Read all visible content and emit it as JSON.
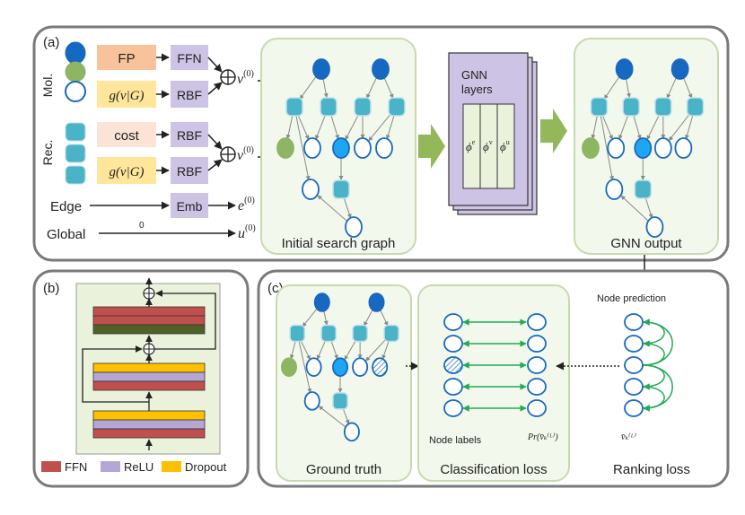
{
  "panel_a": {
    "label": "(a)",
    "mol_label": "Mol.",
    "rec_label": "Rec.",
    "fp": "FP",
    "ffn": "FFN",
    "g_func": "g(v|G)",
    "rbf": "RBF",
    "cost": "cost",
    "emb": "Emb",
    "edge": "Edge",
    "global": "Global",
    "global_zero": "0",
    "out_v": "v",
    "out_e": "e",
    "out_u": "u",
    "sup": "(0)",
    "initial_graph": "Initial search graph",
    "gnn_layers_line1": "GNN",
    "gnn_layers_line2": "layers",
    "phi_e": "ϕ",
    "phi_e_sup": "e",
    "phi_v": "ϕ",
    "phi_v_sup": "v",
    "phi_u": "ϕ",
    "phi_u_sup": "u",
    "gnn_output": "GNN output"
  },
  "panel_b": {
    "label": "(b)",
    "legend": [
      "FFN",
      "ReLU",
      "Dropout"
    ]
  },
  "panel_c": {
    "label": "(c)",
    "ground_truth": "Ground truth",
    "classification_loss": "Classification loss",
    "ranking_loss": "Ranking loss",
    "node_prediction": "Node prediction",
    "node_labels": "Node labels",
    "pr_label": "Pr(v̄ₖ⁽ᴸ⁾)",
    "vk_label": "v̄ₖ⁽ᴸ⁾"
  },
  "colors": {
    "mol_dark": "#1768C0",
    "mol_green": "#8DB562",
    "rec_teal": "#4BB3C8",
    "rec_highlight": "#1EA7F0",
    "fp_orange": "#F8C39A",
    "g_yellow": "#FFE69A",
    "cost_pink": "#FBE3D6",
    "purple": "#CDC3E4",
    "panel_bg": "#F3F8EC",
    "green_arrow": "#92B85A",
    "ffn_red": "#C0504D",
    "relu_purple": "#B4A7D6",
    "dropout_yellow": "#FFC000",
    "dark_green": "#4F6228",
    "loss_green": "#22AA55"
  }
}
